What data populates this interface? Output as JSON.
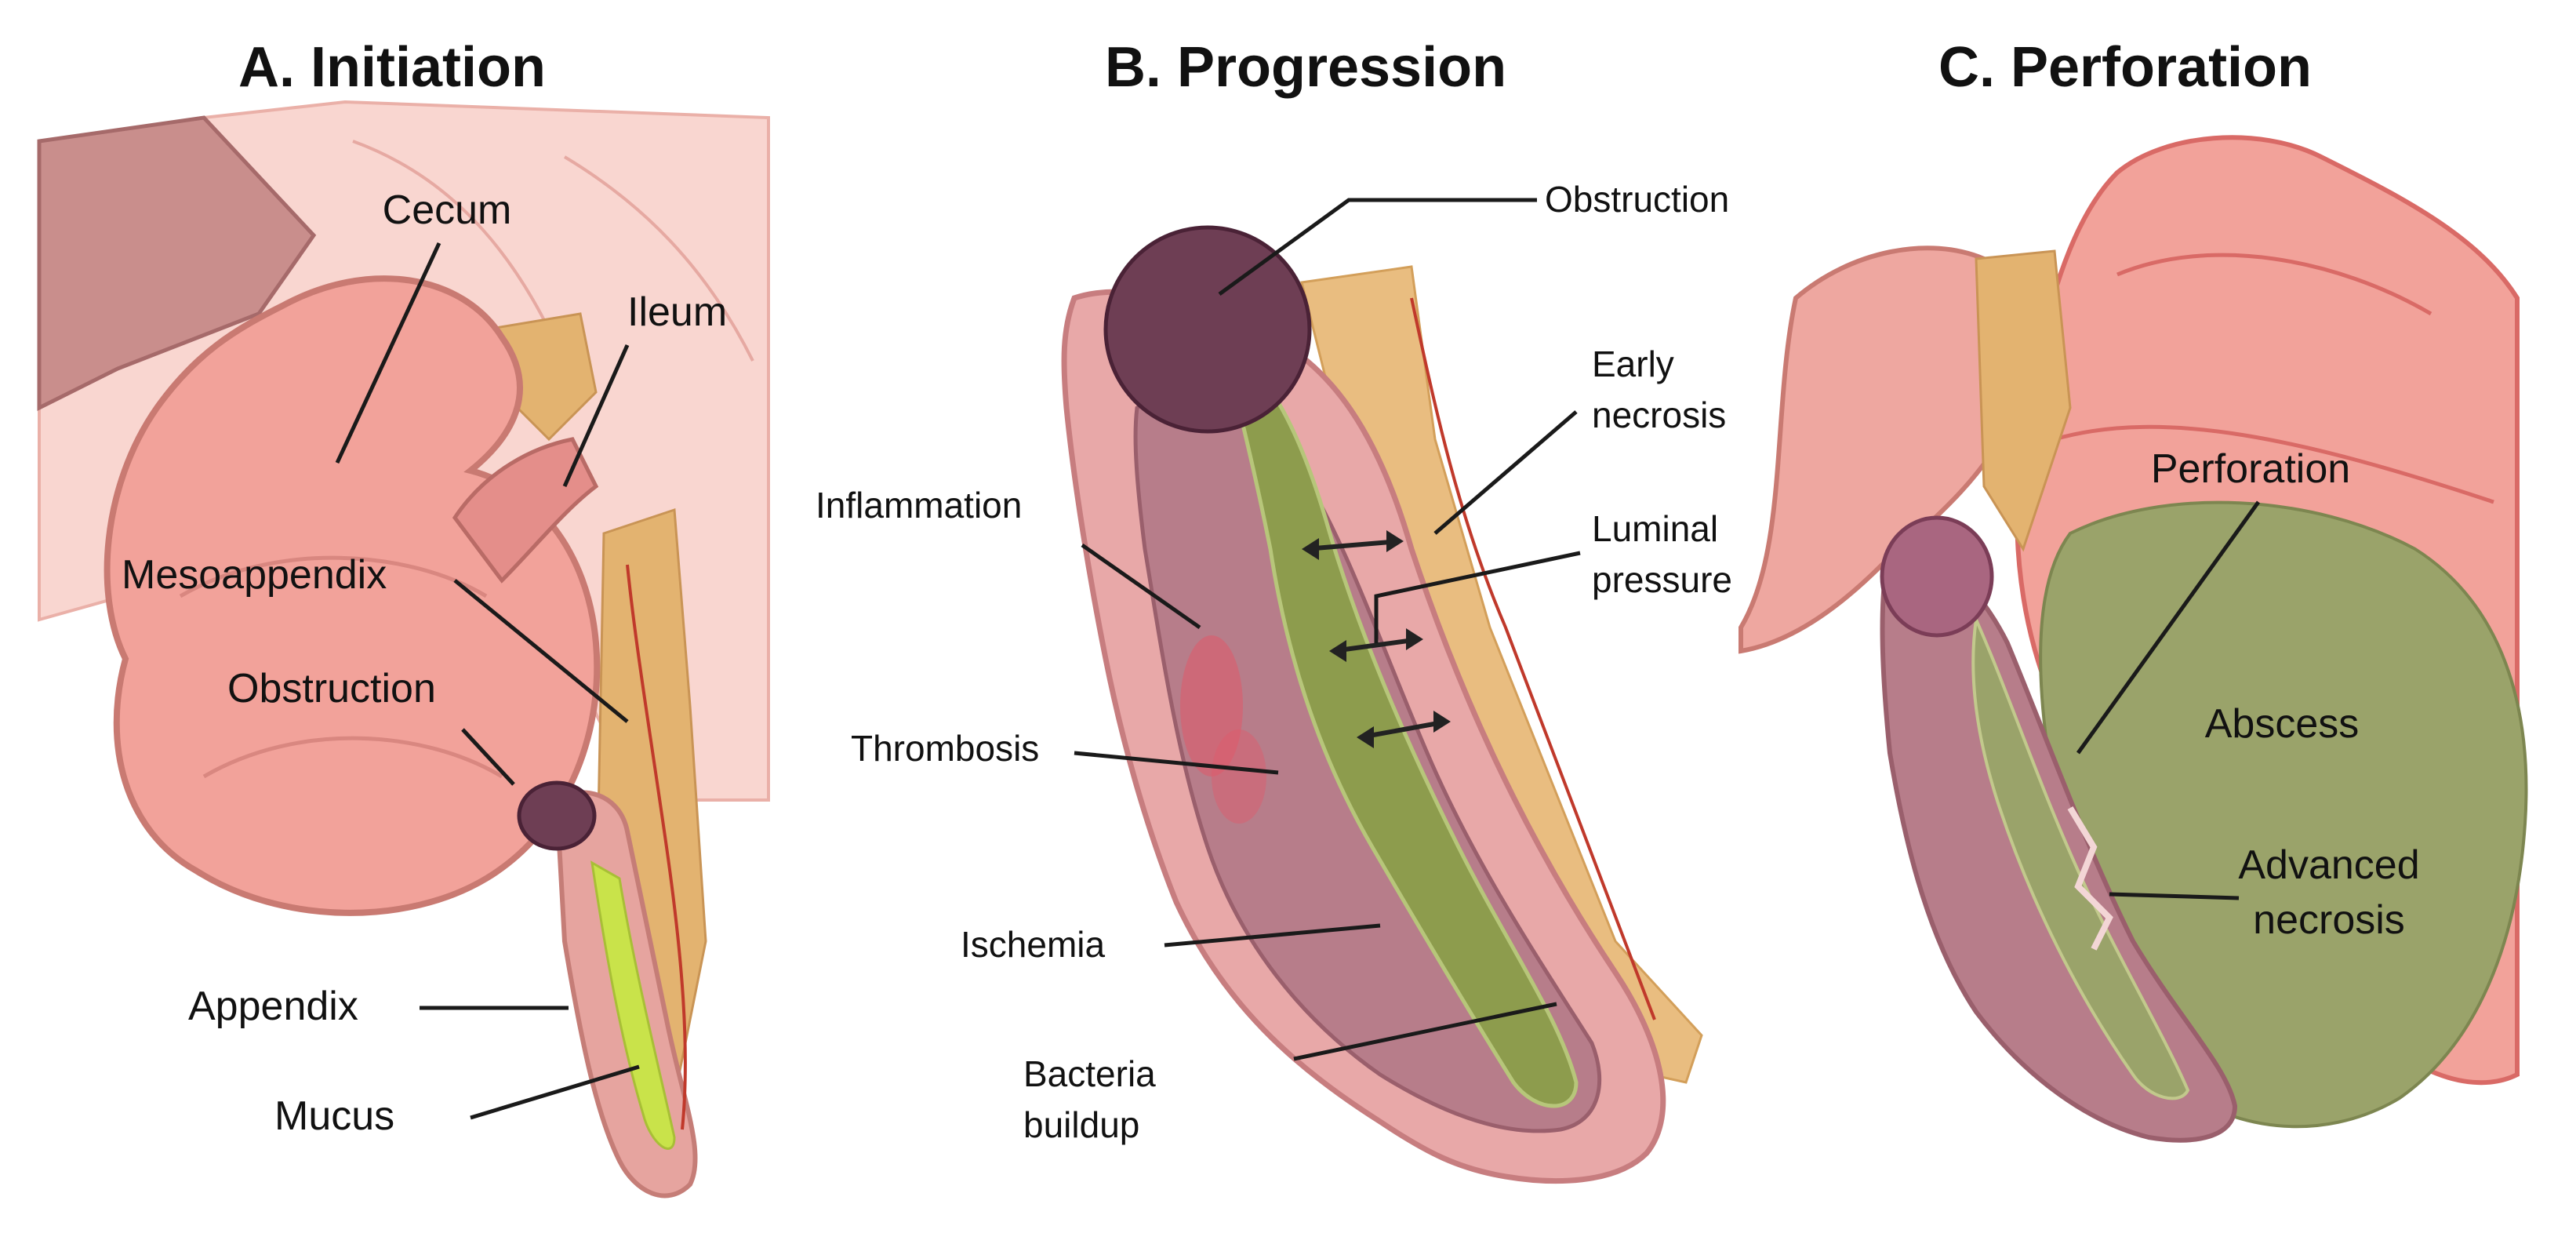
{
  "panels": {
    "a": {
      "title": "A. Initiation",
      "labels": {
        "cecum": "Cecum",
        "ileum": "Ileum",
        "mesoappendix": "Mesoappendix",
        "obstruction": "Obstruction",
        "appendix": "Appendix",
        "mucus": "Mucus"
      }
    },
    "b": {
      "title": "B. Progression",
      "labels": {
        "obstruction": "Obstruction",
        "early_necrosis_1": "Early",
        "early_necrosis_2": "necrosis",
        "luminal_pressure_1": "Luminal",
        "luminal_pressure_2": "pressure",
        "inflammation": "Inflammation",
        "thrombosis": "Thrombosis",
        "ischemia": "Ischemia",
        "bacteria_1": "Bacteria",
        "bacteria_2": "buildup"
      }
    },
    "c": {
      "title": "C. Perforation",
      "labels": {
        "perforation": "Perforation",
        "abscess": "Abscess",
        "advanced_necrosis_1": "Advanced",
        "advanced_necrosis_2": "necrosis"
      }
    }
  },
  "colors": {
    "tissue_pink": "#f2a9a0",
    "tissue_light": "#f8d2cc",
    "wall_mauve": "#b77d8a",
    "lumen_green": "#8d9c4d",
    "mucus_yellow": "#c9e34a",
    "obstruction_purple": "#6e3e54",
    "fat_tan": "#e3b370",
    "vessel_red": "#c0392b",
    "abscess_olive": "#9aa36a"
  }
}
